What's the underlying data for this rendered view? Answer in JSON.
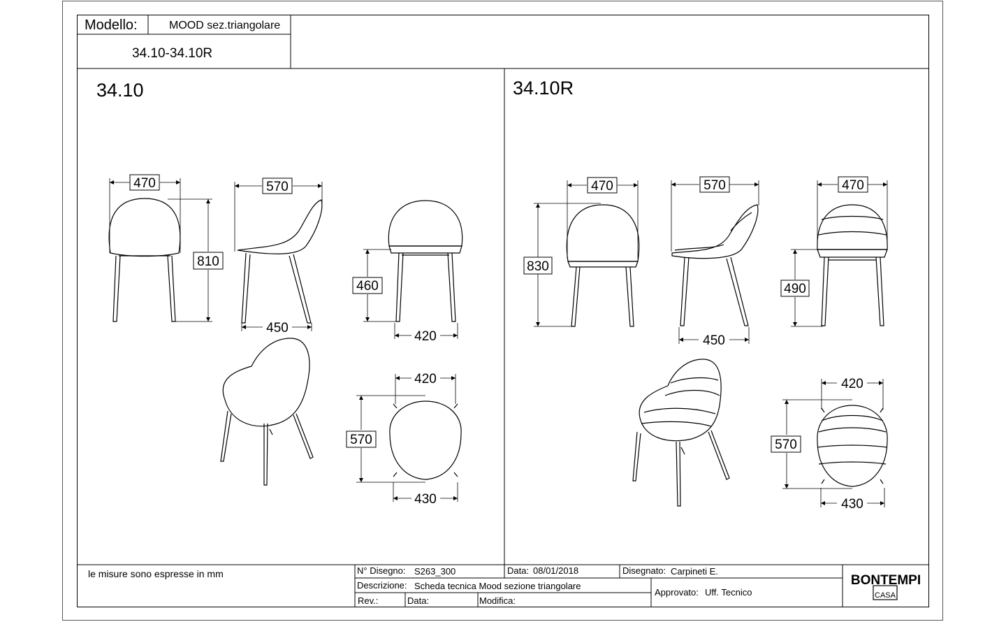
{
  "header": {
    "model_label": "Modello:",
    "model_name": "MOOD sez.triangolare",
    "codes": "34.10-34.10R"
  },
  "panels": {
    "left_code": "34.10",
    "right_code": "34.10R"
  },
  "dimensions": {
    "left": {
      "front_width": "470",
      "front_height": "810",
      "side_depth": "570",
      "side_base": "450",
      "back_seat_height": "460",
      "back_base": "420",
      "top_width": "420",
      "top_depth": "570",
      "top_base": "430"
    },
    "right": {
      "front_width": "470",
      "front_height": "830",
      "side_depth": "570",
      "side_base": "450",
      "back_width": "470",
      "back_seat_height": "490",
      "top_width": "420",
      "top_depth": "570",
      "top_base": "430"
    }
  },
  "title_block": {
    "note": "le misure sono espresse in mm",
    "drawing_no_label": "N° Disegno:",
    "drawing_no": "S263_300",
    "date_label": "Data:",
    "date": "08/01/2018",
    "drawn_label": "Disegnato:",
    "drawn_by": "Carpineti E.",
    "description_label": "Descrizione:",
    "description": "Scheda tecnica Mood sezione triangolare",
    "approved_label": "Approvato:",
    "approved_by": "Uff. Tecnico",
    "rev_label": "Rev.:",
    "rev_date_label": "Data:",
    "modifica_label": "Modifica:"
  },
  "logo": {
    "brand": "BONTEMPI",
    "sub": "CASA"
  }
}
